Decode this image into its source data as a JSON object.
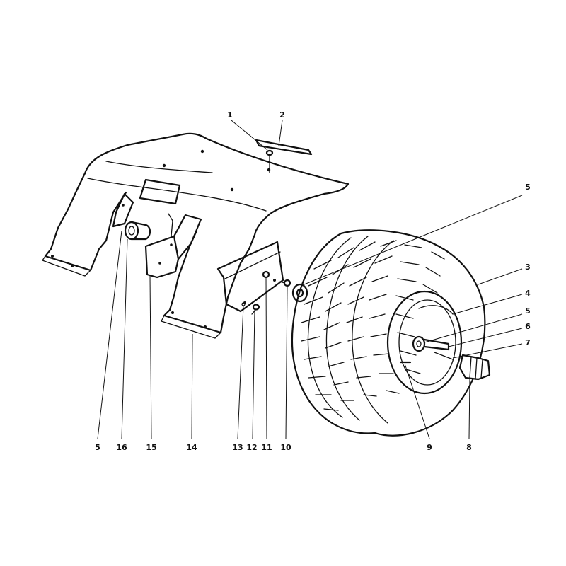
{
  "callouts": [
    {
      "id": "c1",
      "label": "1"
    },
    {
      "id": "c2",
      "label": "2"
    },
    {
      "id": "c3",
      "label": "3"
    },
    {
      "id": "c4",
      "label": "4"
    },
    {
      "id": "c5a",
      "label": "5"
    },
    {
      "id": "c5b",
      "label": "5"
    },
    {
      "id": "c5c",
      "label": "5"
    },
    {
      "id": "c6",
      "label": "6"
    },
    {
      "id": "c7",
      "label": "7"
    },
    {
      "id": "c8",
      "label": "8"
    },
    {
      "id": "c9",
      "label": "9"
    },
    {
      "id": "c10",
      "label": "10"
    },
    {
      "id": "c11",
      "label": "11"
    },
    {
      "id": "c12",
      "label": "12"
    },
    {
      "id": "c13",
      "label": "13"
    },
    {
      "id": "c14",
      "label": "14"
    },
    {
      "id": "c15",
      "label": "15"
    },
    {
      "id": "c16",
      "label": "16"
    }
  ]
}
